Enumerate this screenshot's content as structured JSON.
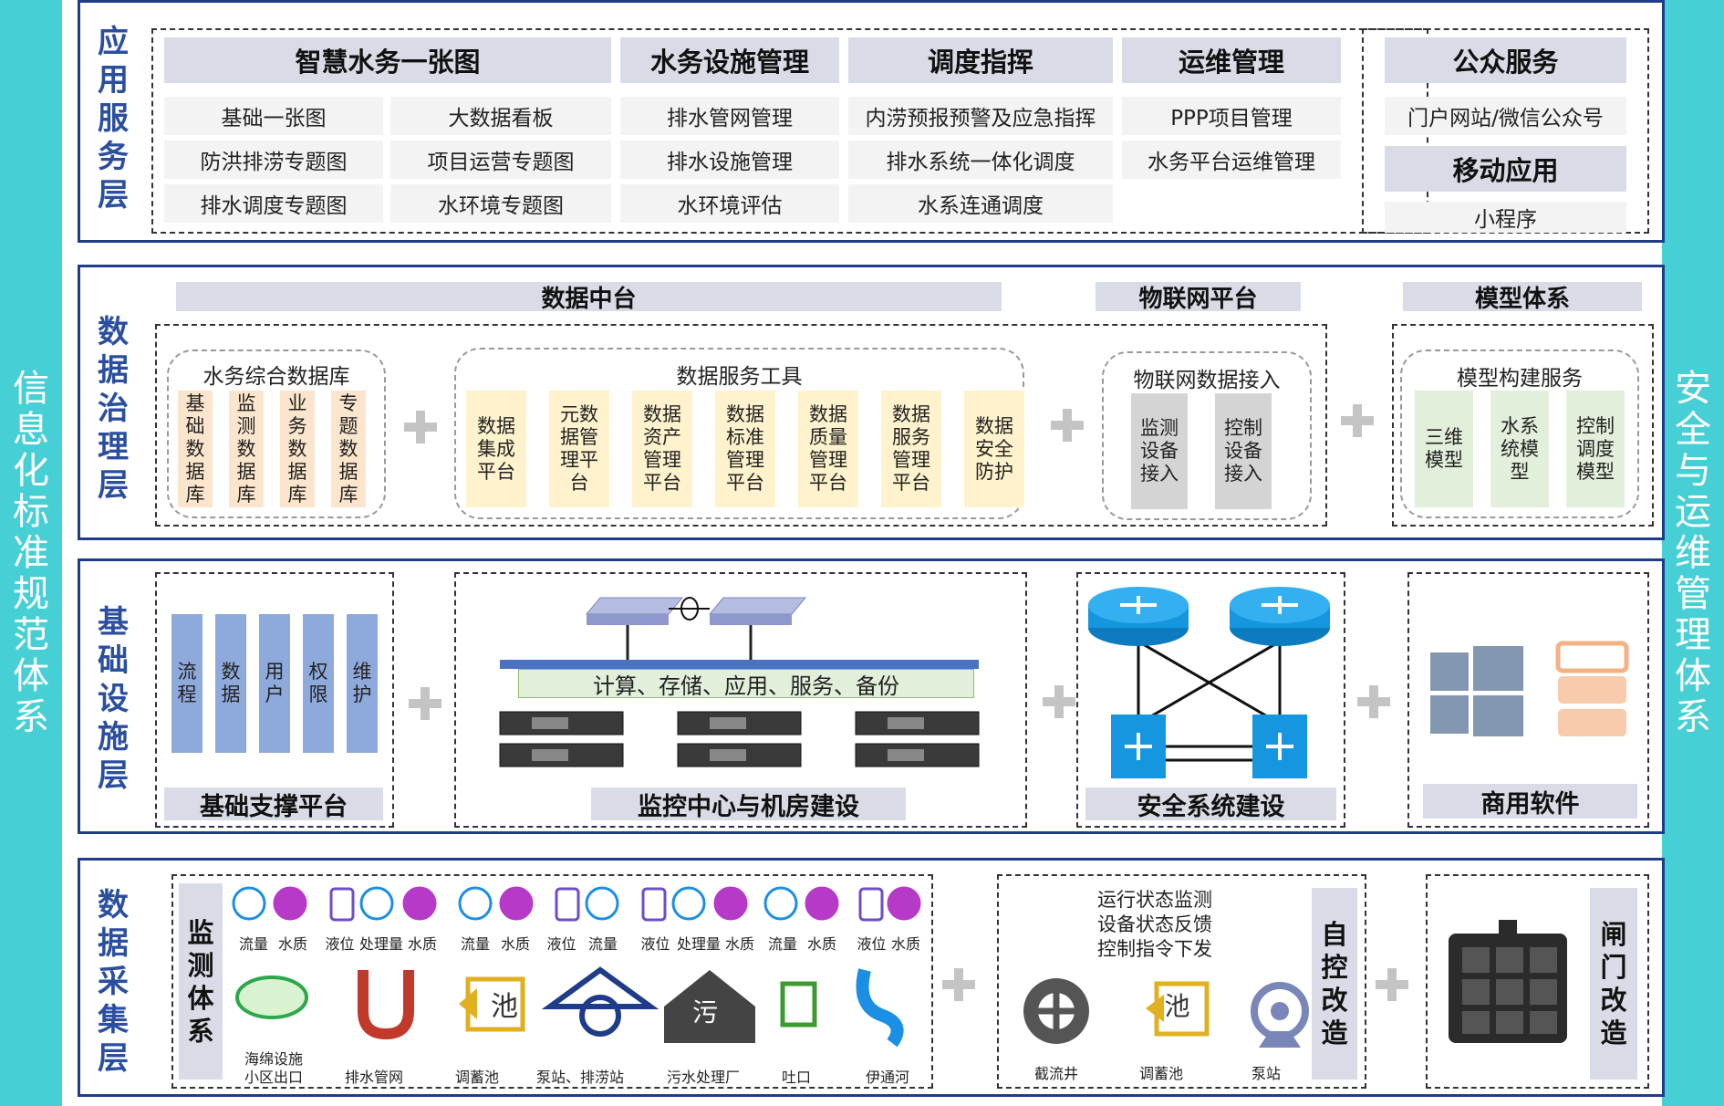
{
  "sidebar_left": "信息化标准规范体系",
  "sidebar_right": "安全与运维管理体系",
  "app_layer": {
    "title": "应用服务层",
    "groups": [
      {
        "title": "智慧水务一张图",
        "items": [
          "基础一张图",
          "大数据看板",
          "防洪排涝专题图",
          "项目运营专题图",
          "排水调度专题图",
          "水环境专题图"
        ]
      },
      {
        "title": "水务设施管理",
        "items": [
          "排水管网管理",
          "排水设施管理",
          "水环境评估"
        ]
      },
      {
        "title": "调度指挥",
        "items": [
          "内涝预报预警及应急指挥",
          "排水系统一体化调度",
          "水系连通调度"
        ]
      },
      {
        "title": "运维管理",
        "items": [
          "PPP项目管理",
          "水务平台运维管理"
        ]
      }
    ],
    "public": {
      "title": "公众服务",
      "item": "门户网站/微信公众号",
      "mobile_title": "移动应用",
      "mobile_item": "小程序"
    }
  },
  "data_layer": {
    "title": "数据治理层",
    "middle_title": "数据中台",
    "iot_title": "物联网平台",
    "model_title": "模型体系",
    "db_group": {
      "title": "水务综合数据库",
      "items": [
        "基础数据库",
        "监测数据库",
        "业务数据库",
        "专题数据库"
      ]
    },
    "tool_group": {
      "title": "数据服务工具",
      "items": [
        "数据集成平台",
        "元数据管理平台",
        "数据资产管理平台",
        "数据标准管理平台",
        "数据质量管理平台",
        "数据服务管理平台",
        "数据安全防护"
      ]
    },
    "iot_group": {
      "title": "物联网数据接入",
      "items": [
        "监测设备接入",
        "控制设备接入"
      ]
    },
    "model_group": {
      "title": "模型构建服务",
      "items": [
        "三维模型",
        "水系统模型",
        "控制调度模型"
      ]
    }
  },
  "infra_layer": {
    "title": "基础设施层",
    "support": {
      "items": [
        "流程",
        "数据",
        "用户",
        "权限",
        "维护"
      ],
      "label": "基础支撑平台"
    },
    "center": {
      "bar": "计算、存储、应用、服务、备份",
      "label": "监控中心与机房建设"
    },
    "security": {
      "label": "安全系统建设"
    },
    "software": {
      "label": "商用软件"
    }
  },
  "collect_layer": {
    "title": "数据采集层",
    "monitor_title": "监测体系",
    "sensors": [
      "流量",
      "水质",
      "液位",
      "处理量",
      "水质",
      "流量",
      "水质",
      "液位",
      "流量",
      "液位",
      "处理量",
      "水质",
      "流量",
      "水质",
      "液位",
      "水质"
    ],
    "facilities": [
      "海绵设施\n小区出口",
      "排水管网",
      "调蓄池",
      "泵站、排涝站",
      "污水处理厂",
      "吐口",
      "伊通河"
    ],
    "pool_char": "池",
    "sewage_char": "污",
    "auto": {
      "title": "自控改造",
      "lines": [
        "运行状态监测",
        "设备状态反馈",
        "控制指令下发"
      ],
      "items": [
        "截流井",
        "调蓄池",
        "泵站"
      ]
    },
    "gate": {
      "title": "闸门改造"
    }
  },
  "colors": {
    "accent": "#2a4ea0",
    "sidebar": "#47cfd6",
    "layer_border": "#1f3c88",
    "sensor_blue": "#1a8fe3",
    "sensor_purple": "#b63ac7"
  }
}
